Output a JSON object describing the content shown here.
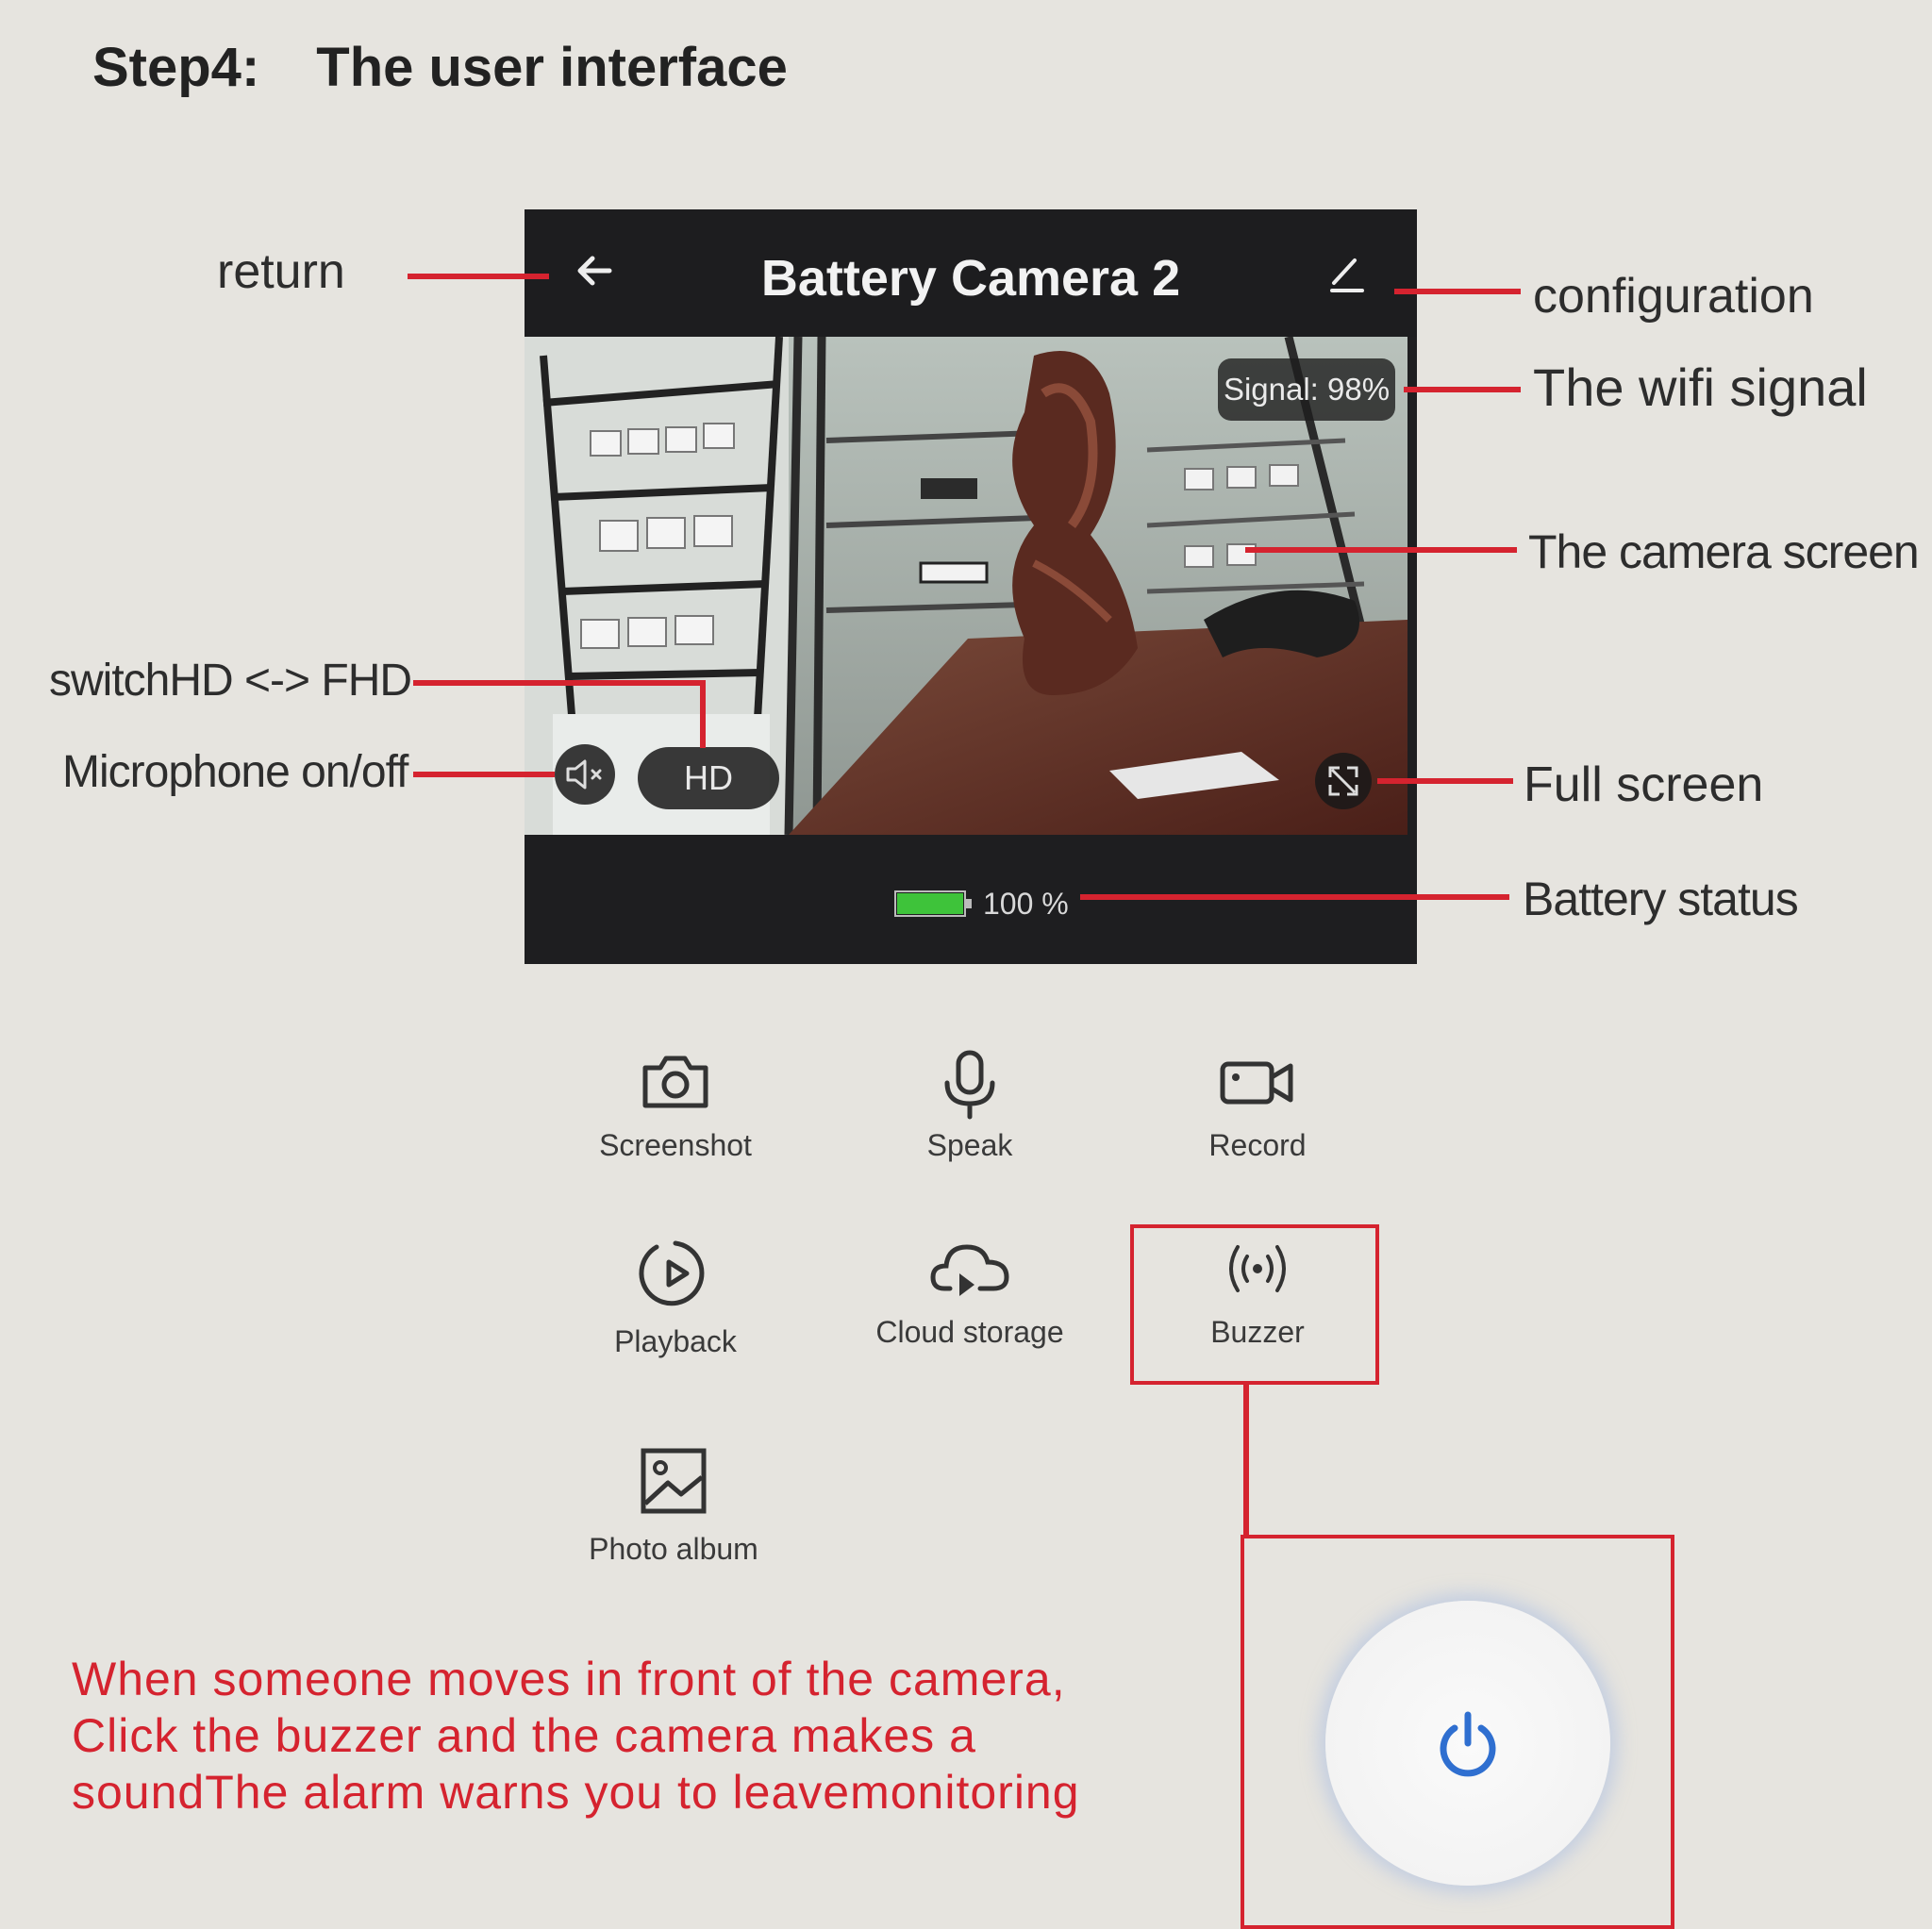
{
  "heading": {
    "step": "Step4:",
    "title": "The user interface"
  },
  "annotations": {
    "return": "return",
    "configuration": "configuration",
    "wifi_signal": "The wifi signal",
    "camera_screen": "The camera screen",
    "switch_hd": "switchHD <-> FHD",
    "microphone": "Microphone on/off",
    "full_screen": "Full screen",
    "battery_status": "Battery status"
  },
  "screen": {
    "title": "Battery  Camera 2",
    "signal": "Signal: 98%",
    "hd_label": "HD",
    "battery_percent": "100 %",
    "battery_level": 1.0
  },
  "menu": [
    {
      "label": "Screenshot",
      "icon": "camera-icon"
    },
    {
      "label": "Speak",
      "icon": "microphone-icon"
    },
    {
      "label": "Record",
      "icon": "video-camera-icon"
    },
    {
      "label": "Playback",
      "icon": "playback-icon"
    },
    {
      "label": "Cloud storage",
      "icon": "cloud-upload-icon"
    },
    {
      "label": "Buzzer",
      "icon": "buzzer-icon"
    },
    {
      "label": "Photo album",
      "icon": "image-icon"
    }
  ],
  "note": [
    "When someone moves in front of the camera,",
    "Click the buzzer and the camera makes a",
    "soundThe alarm warns you to leavemonitoring"
  ],
  "colors": {
    "annotation_red": "#d5232f",
    "power_blue": "#2f6fd0",
    "battery_green": "#3ec33a"
  }
}
